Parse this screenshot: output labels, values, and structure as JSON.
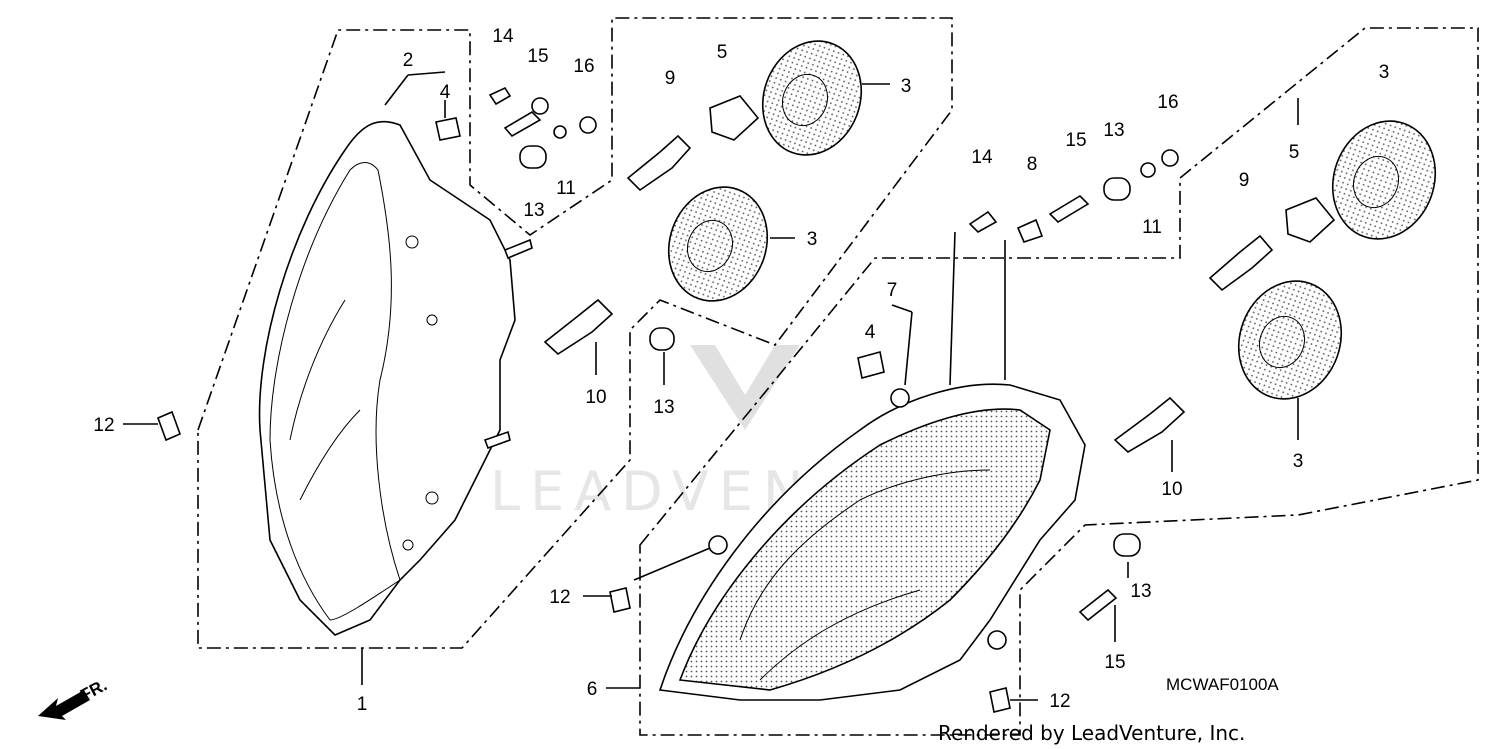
{
  "diagram": {
    "watermark": "LEADVENTURE",
    "code": "MCWAF0100A",
    "credit": "Rendered by LeadVenture, Inc.",
    "front_indicator": "FR.",
    "labels": {
      "l1": "1",
      "l2": "2",
      "l3a": "3",
      "l3b": "3",
      "l3c": "3",
      "l3d": "3",
      "l4a": "4",
      "l4b": "4",
      "l5a": "5",
      "l5b": "5",
      "l6": "6",
      "l7": "7",
      "l8": "8",
      "l9a": "9",
      "l9b": "9",
      "l10a": "10",
      "l10b": "10",
      "l11a": "11",
      "l11b": "11",
      "l12a": "12",
      "l12b": "12",
      "l12c": "12",
      "l13a": "13",
      "l13b": "13",
      "l13c": "13",
      "l13d": "13",
      "l14a": "14",
      "l14b": "14",
      "l15a": "15",
      "l15b": "15",
      "l15c": "15",
      "l16a": "16",
      "l16b": "16"
    }
  }
}
